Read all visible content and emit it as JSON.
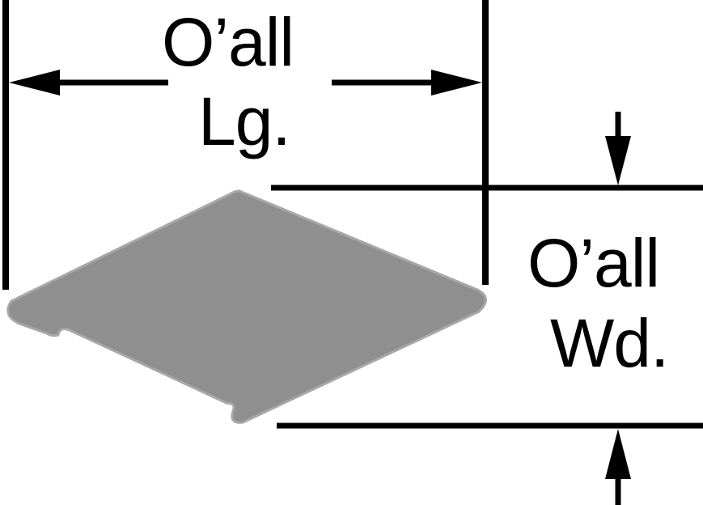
{
  "diagram": {
    "length_label": {
      "line1": "O’all",
      "line2": "Lg."
    },
    "width_label": {
      "line1": "O’all",
      "line2": "Wd."
    },
    "colors": {
      "line": "#000000",
      "plate_fill": "#8f8f8f",
      "plate_edge": "#a8a8a8",
      "background": "#ffffff"
    }
  }
}
